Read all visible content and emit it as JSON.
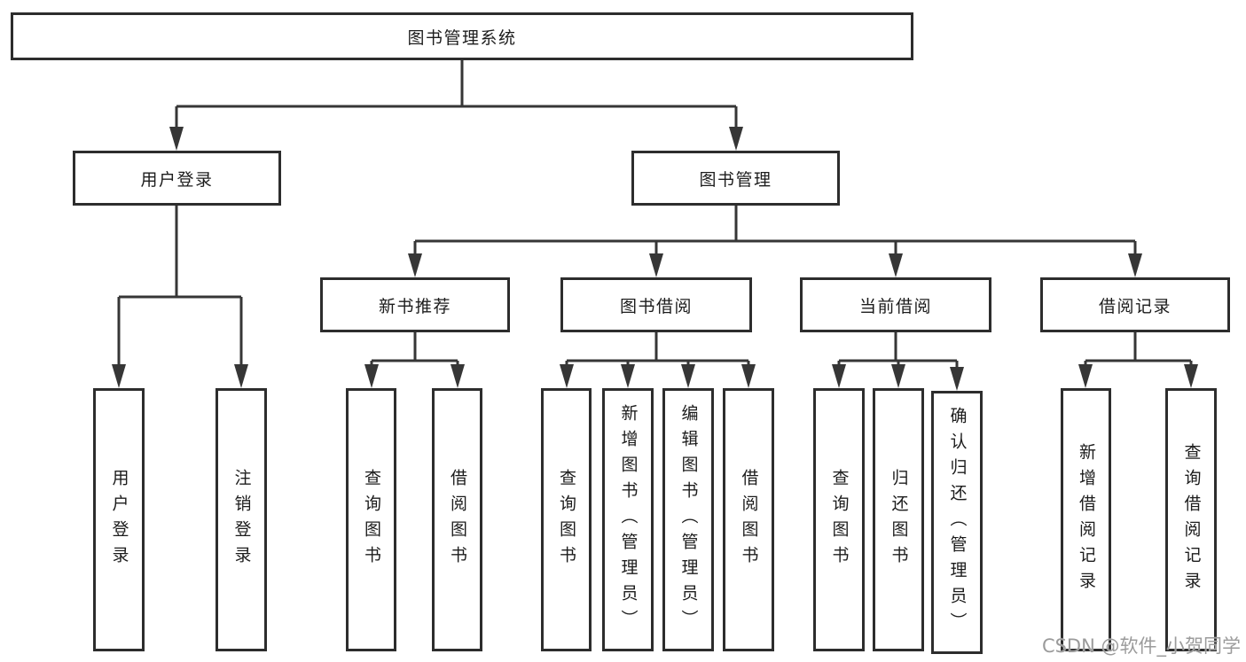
{
  "diagram": {
    "type": "hierarchy-tree",
    "colors": {
      "background": "#ffffff",
      "box_fill": "#ffffff",
      "box_border": "#2d2d2d",
      "line": "#363636",
      "text": "#1c1c1c",
      "watermark": "#9b9b9b"
    }
  },
  "nodes": {
    "root": {
      "label": "图书管理系统"
    },
    "user_login": {
      "label": "用户登录"
    },
    "book_management": {
      "label": "图书管理"
    },
    "new_book_recommend": {
      "label": "新书推荐"
    },
    "book_borrowing": {
      "label": "图书借阅"
    },
    "current_borrowing": {
      "label": "当前借阅"
    },
    "borrowing_records": {
      "label": "借阅记录"
    },
    "leaf_user_login": {
      "label": "用户登录"
    },
    "leaf_logout": {
      "label": "注销登录"
    },
    "leaf_query_books_a": {
      "label": "查询图书"
    },
    "leaf_borrow_books_a": {
      "label": "借阅图书"
    },
    "leaf_query_books_b": {
      "label": "查询图书"
    },
    "leaf_add_books_admin": {
      "label": "新增图书（管理员）"
    },
    "leaf_edit_books_admin": {
      "label": "编辑图书（管理员）"
    },
    "leaf_borrow_books_b": {
      "label": "借阅图书"
    },
    "leaf_query_books_c": {
      "label": "查询图书"
    },
    "leaf_return_books": {
      "label": "归还图书"
    },
    "leaf_confirm_return_admin": {
      "label": "确认归还（管理员）"
    },
    "leaf_add_borrow_record": {
      "label": "新增借阅记录"
    },
    "leaf_query_borrow_record": {
      "label": "查询借阅记录"
    }
  },
  "hierarchy": {
    "图书管理系统": {
      "用户登录": [
        "用户登录",
        "注销登录"
      ],
      "图书管理": {
        "新书推荐": [
          "查询图书",
          "借阅图书"
        ],
        "图书借阅": [
          "查询图书",
          "新增图书（管理员）",
          "编辑图书（管理员）",
          "借阅图书"
        ],
        "当前借阅": [
          "查询图书",
          "归还图书",
          "确认归还（管理员）"
        ],
        "借阅记录": [
          "新增借阅记录",
          "查询借阅记录"
        ]
      }
    }
  },
  "watermark": {
    "text": "CSDN @软件_小贺同学"
  }
}
